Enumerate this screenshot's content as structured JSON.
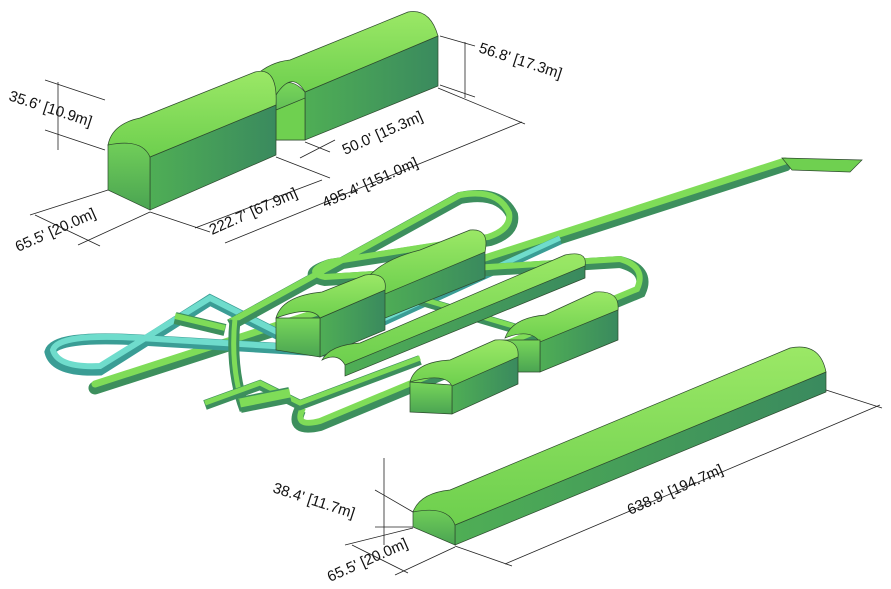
{
  "colors": {
    "top": "#8be05a",
    "side_light": "#5fbf52",
    "side_dark": "#3d8f5d",
    "tube": "#66cc55",
    "tube_cyan": "#5ccfc0",
    "dimension_line": "#222222",
    "background": "#ffffff"
  },
  "dimensions": {
    "cavern_a_height": "35.6' [10.9m]",
    "cavern_a_span": "56.8' [17.3m]",
    "cavern_a_width": "65.5' [20.0m]",
    "cavern_a_seg1_length": "222.7' [67.9m]",
    "cavern_a_gap": "50.0' [15.3m]",
    "cavern_a_total_length": "495.4' [151.0m]",
    "cavern_b_height": "38.4' [11.7m]",
    "cavern_b_width": "65.5' [20.0m]",
    "cavern_b_length": "638.9' [194.7m]"
  }
}
